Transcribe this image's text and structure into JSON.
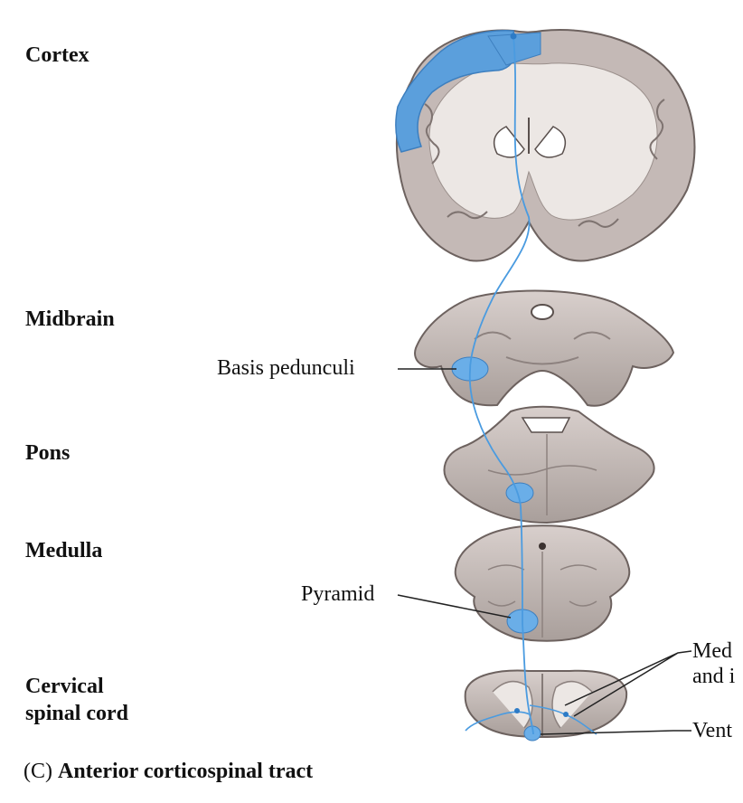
{
  "levels": {
    "cortex": "Cortex",
    "midbrain": "Midbrain",
    "pons": "Pons",
    "medulla": "Medulla",
    "cervical_line1": "Cervical",
    "cervical_line2": "spinal cord"
  },
  "callouts": {
    "basis_pedunculi": "Basis pedunculi",
    "pyramid": "Pyramid",
    "medial_cut_line1": "Med",
    "medial_cut_line2": "and i",
    "ventral_cut": "Vent"
  },
  "caption": {
    "panel": "(C)",
    "title": "Anterior corticospinal tract"
  },
  "colors": {
    "tract": "#4a9be0",
    "tract_fill": "#6aaee8",
    "tissue": "#c9bfbc",
    "white_matter": "#ece7e4",
    "outline": "#6d625f"
  }
}
